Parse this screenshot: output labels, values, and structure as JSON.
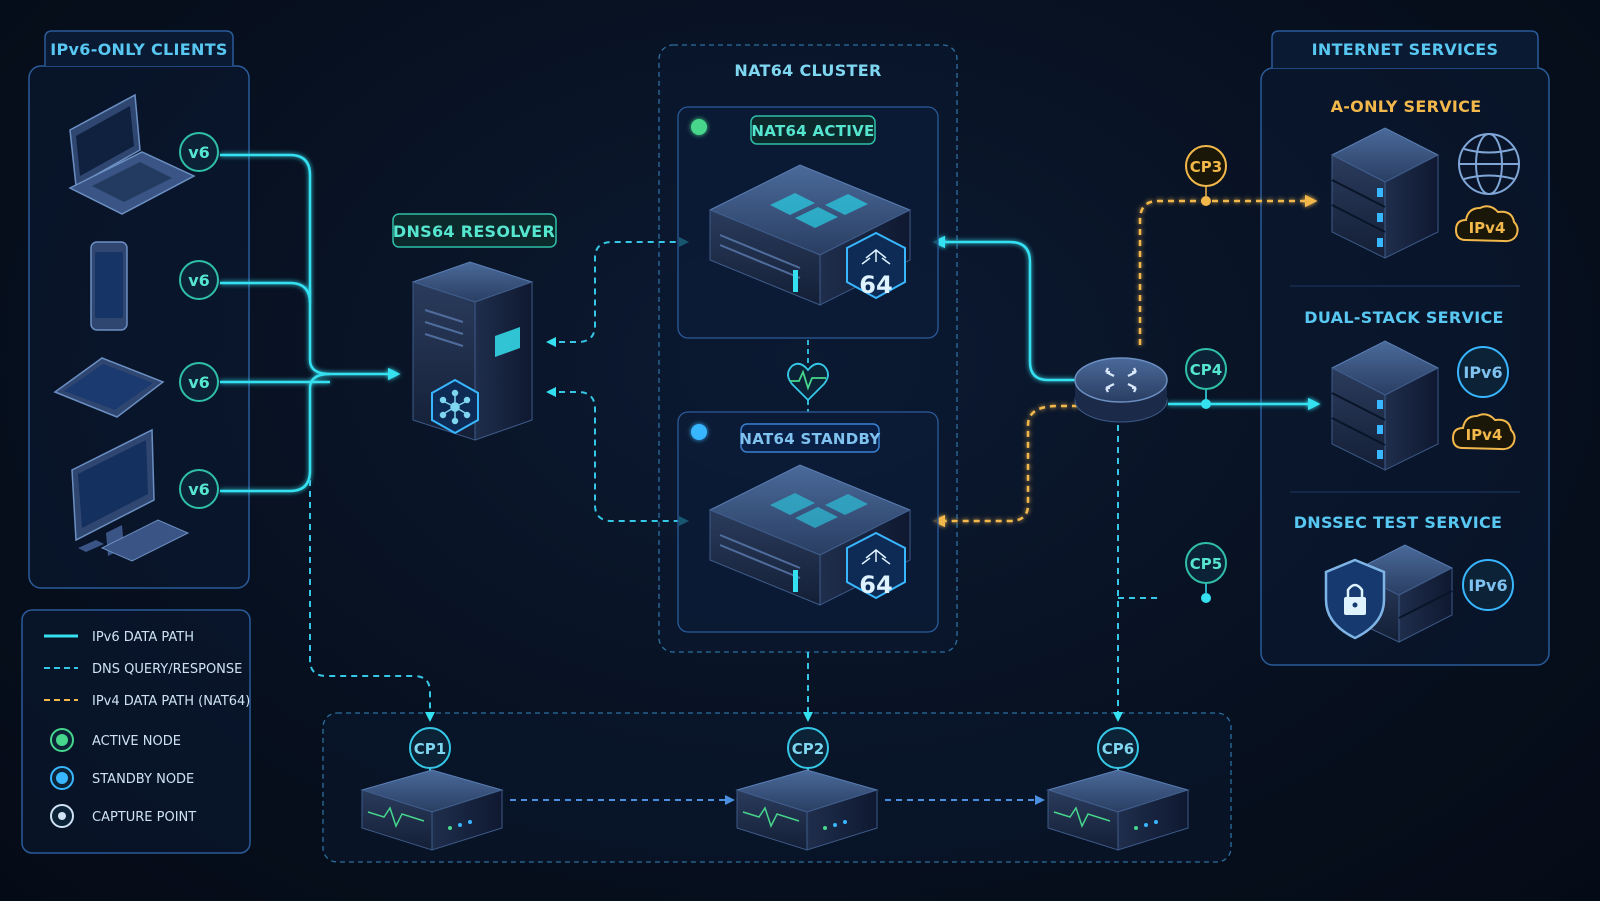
{
  "colors": {
    "cyan": "#35e0f0",
    "amber": "#f2b84b",
    "green": "#46d68c",
    "blue": "#38b6ff",
    "panel": "#2a5b9a"
  },
  "clients": {
    "title": "IPv6-ONLY CLIENTS",
    "badges": [
      "v6",
      "v6",
      "v6",
      "v6"
    ],
    "devices": [
      "laptop-icon",
      "phone-icon",
      "tablet-icon",
      "desktop-icon"
    ]
  },
  "dns64": {
    "title": "DNS64 RESOLVER"
  },
  "cluster": {
    "title": "NAT64 CLUSTER",
    "active": {
      "title": "NAT64 ACTIVE",
      "badge": "64"
    },
    "standby": {
      "title": "NAT64 STANDBY",
      "badge": "64"
    }
  },
  "internet": {
    "title": "INTERNET SERVICES",
    "services": [
      {
        "title": "A-ONLY SERVICE",
        "badges": [
          "IPv4"
        ]
      },
      {
        "title": "DUAL-STACK SERVICE",
        "badges": [
          "IPv6",
          "IPv4"
        ]
      },
      {
        "title": "DNSSEC TEST SERVICE",
        "badges": [
          "IPv6"
        ]
      }
    ]
  },
  "capture_points": [
    "CP1",
    "CP2",
    "CP3",
    "CP4",
    "CP5",
    "CP6"
  ],
  "legend": {
    "items": [
      "IPv6 DATA PATH",
      "DNS QUERY/RESPONSE",
      "IPv4 DATA PATH (NAT64)",
      "ACTIVE NODE",
      "STANDBY NODE",
      "CAPTURE POINT"
    ]
  }
}
